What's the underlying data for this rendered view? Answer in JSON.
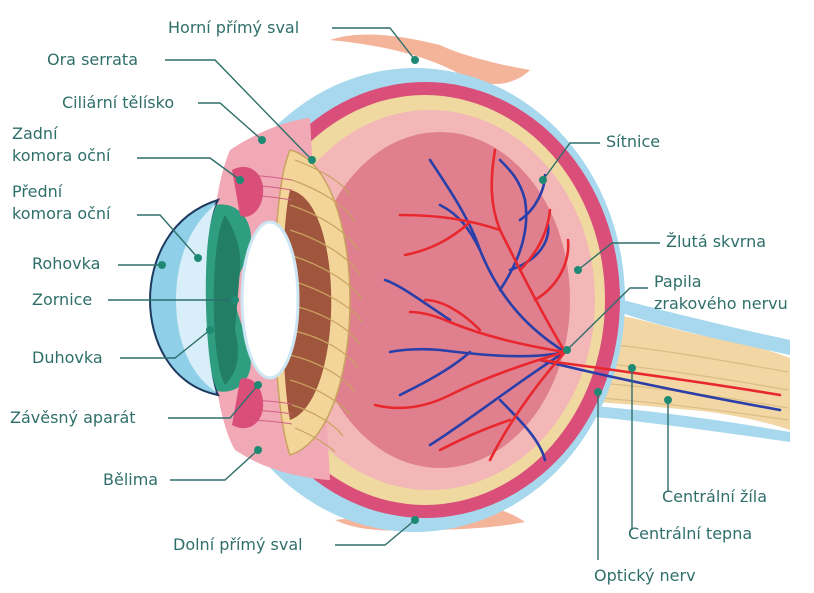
{
  "diagram": {
    "labels": {
      "horni_primy_sval": "Horní přímý sval",
      "ora_serrata": "Ora serrata",
      "ciliarni_telisko": "Ciliární tělísko",
      "zadni_komora_1": "Zadní",
      "zadni_komora_2": "komora oční",
      "predni_komora_1": "Přední",
      "predni_komora_2": "komora oční",
      "rohovka": "Rohovka",
      "zornice": "Zornice",
      "duhovka": "Duhovka",
      "zavesny_aparat": "Závěsný aparát",
      "belima": "Bělima",
      "dolni_primy_sval": "Dolní přímý sval",
      "sitnice": "Sítnice",
      "zluta_skvrna": "Žlutá skvrna",
      "papila_1": "Papila",
      "papila_2": "zrakového nervu",
      "centralni_zila": "Centrální žíla",
      "centralni_tepna": "Centrální tepna",
      "opticky_nerv": "Optický nerv"
    },
    "colors": {
      "label_text": "#2f6f6a",
      "leader": "#2f6f6a",
      "sclera_outer": "#a7d8ee",
      "choroid": "#d94f7a",
      "retina_yellow": "#f0d9a0",
      "vitreous": "#e0808f",
      "muscle": "#f4b49a",
      "artery": "#e8282e",
      "vein": "#2a3fa8",
      "iris": "#2f9e80",
      "lens": "#ffffff",
      "cornea": "#8fcfe8"
    }
  }
}
